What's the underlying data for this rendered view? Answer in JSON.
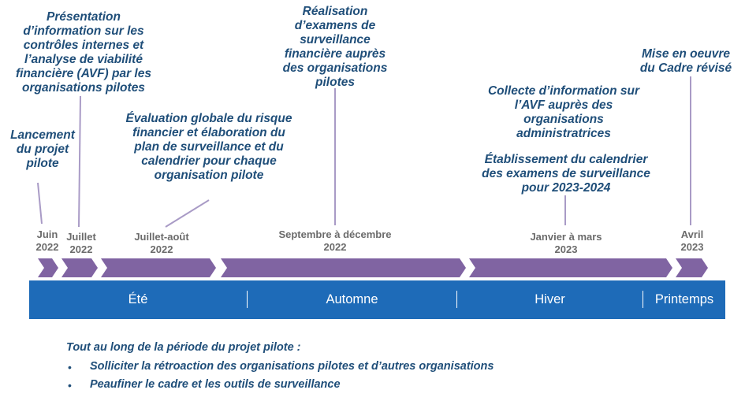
{
  "annotations": {
    "presentation": "Présentation\nd’information sur les\ncontrôles internes et\nl’analyse de viabilité\nfinancière (AVF) par les\norganisations pilotes",
    "lancement": "Lancement\ndu projet\npilote",
    "evaluation": "Évaluation globale du risque\nfinancier et élaboration du\nplan de surveillance et du\ncalendrier pour chaque\norganisation pilote",
    "realisation": "Réalisation\nd’examens de\nsurveillance\nfinancière auprès\ndes organisations\npilotes",
    "collecte": "Collecte d’information sur\nl’AVF auprès des\norganisations\nadministratrices",
    "etablissement": "Établissement du calendrier\ndes examens de surveillance\npour 2023-2024",
    "mise_en_oeuvre": "Mise en oeuvre\ndu Cadre révisé"
  },
  "dates": {
    "juin": "Juin\n2022",
    "juillet": "Juillet\n2022",
    "juillet_aout": "Juillet-août\n2022",
    "sept_dec": "Septembre à décembre\n2022",
    "jan_mars": "Janvier à mars\n2023",
    "avril": "Avril\n2023"
  },
  "seasons": {
    "ete": "Été",
    "automne": "Automne",
    "hiver": "Hiver",
    "printemps": "Printemps"
  },
  "footer": {
    "intro": "Tout au long de la période du projet pilote :",
    "bullet_symbol": "•",
    "items": [
      "Solliciter la rétroaction des organisations pilotes et d’autres organisations",
      "Peaufiner le cadre et les outils de surveillance"
    ]
  },
  "colors": {
    "annotation_text": "#1f4e79",
    "date_text": "#6b6b6b",
    "arrow": "#8064a2",
    "band": "#1e6bb8",
    "leader_line": "#a99bc6"
  }
}
